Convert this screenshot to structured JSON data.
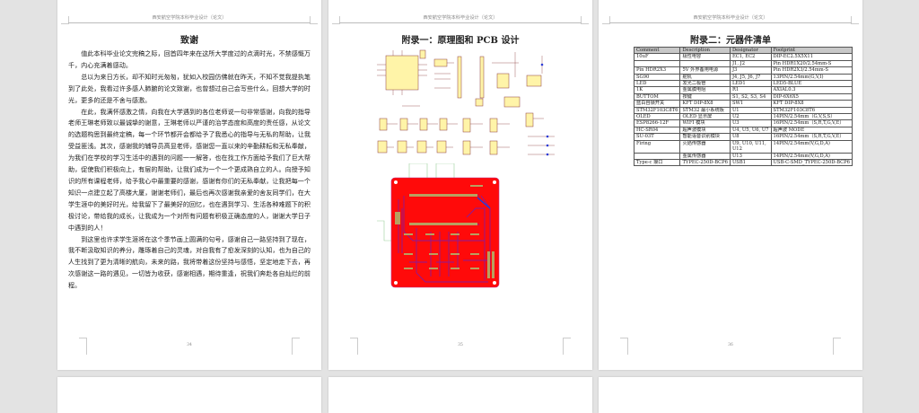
{
  "header_text": "西安航空学院本科毕业设计（论文）",
  "pages": [
    {
      "title": "致谢",
      "paragraphs": [
        "值此本科毕业论文完稿之际，回首四年来在这所大学度过的点滴时光，不禁感慨万千，内心充满着感动。",
        "总以为来日方长，却不知时光匆匆，犹如入校园仿佛就在昨天，不知不觉我提执笔到了此处，我看过许多感人肺腑的论文致谢，也曾想过自己会写些什么，回想大学的时光，更多的还是不舍与感激。",
        "在此，我满怀感激之情，向我在大学遇到的各位老师说一句非常感谢，向我的指导老师王琳老师致以最诚挚的谢意，王琳老师以严谨的治学态度和高度的责任感，从论文的选题构思到最终定稿，每一个环节都开会都给予了我悉心的指导与无私的帮助，让我受益匪浅。其次，感谢我的辅导员高显老师，感谢您一直以来的辛勤耕耘和无私奉献，为我们在学校的学习生活中的遇到的问题一一解答，也在找工作方面给予我们了巨大帮助，促使我们积极向上，有层的帮助，让我们成为一个一个更成熟自立的人。向授予知识的所有课程老师，给予我心中最重要的感谢，感谢有你们的无私奉献，让我把每一个知识一点建立起了高楼大厦，谢谢老师们，最后也再次感谢我亲爱的舍友同学们，在大学生涯中的美好时光，给我留下了最美好的回忆，也在遇到学习、生活各种难题下的积极讨论，带给我的成长，让我成为一个对所有问题有积极正确态度的人，谢谢大学日子中遇到的人！",
        "到这里也许求学生涯将在这个季节画上圆满的句号，感谢自己一路坚持到了现在，我不断汲取知识的养分，雕琢着自己的灵魂，对自我有了愈发深刻的认知，也为自己的人生找到了更为清晰的航向，未来的路，我将带着这份坚持与感悟，坚定地走下去，再次感谢这一路的遇见，一切皆为收获，感谢相遇，期待重逢，祝我们奔赴各自灿烂的前程。"
      ],
      "page_number": "34"
    },
    {
      "title": "附录一：原理图和 PCB 设计",
      "page_number": "35"
    },
    {
      "title": "附录二：元器件清单",
      "page_number": "36",
      "table": {
        "headers": [
          "Comment",
          "Description",
          "Designator",
          "Footprint"
        ],
        "rows": [
          [
            "10uF",
            "极性电容",
            "EC1, EC2",
            "DIP-EC2.5X5X11"
          ],
          [
            "",
            "",
            "J1, J2",
            "Pin HDR1X20/2.54mm-S"
          ],
          [
            "Pin HDR2X3",
            "5V 外界备用电源",
            "J3",
            "Pin HDR2X3/2.54mm-S"
          ],
          [
            "SG90",
            "舵机",
            "J4, J5, J6, J7",
            "13PIN/2.54mm(G,V,I)"
          ],
          [
            "LED",
            "发光二极管",
            "LED1",
            "LED5-BLUE"
          ],
          [
            "1K",
            "金属膜电阻",
            "R1",
            "AXIAL0.3"
          ],
          [
            "BUTTOM",
            "按键",
            "S1, S2, S3, S4",
            "DIP-6X6X5"
          ],
          [
            "蓝白自锁开关",
            "KFT DIP-8X8",
            "SW1",
            "KFT DIP-8X8"
          ],
          [
            "STM32F103C8T6",
            "STM32 最小系统板",
            "U1",
            "STM32F103C8T6"
          ],
          [
            "OLED",
            "OLED 显示屏",
            "U2",
            "14PIN/2.54mm（G,V,S,S）"
          ],
          [
            "ESP8266-12F",
            "WIFI 模块",
            "U3",
            "16PIN/2.54mm（S,R,T,G,V,E）"
          ],
          [
            "HC-SR04",
            "超声波模块",
            "U4, U5, U6, U7",
            "超声波 MODE"
          ],
          [
            "SU-03T",
            "智能语音识别模块",
            "U8",
            "16PIN/2.54mm（S,R,T,G,V,E）"
          ],
          [
            "Firing",
            "火焰传感器",
            "U9, U10, U11, U12",
            "14PIN/2.54mm(V,G,D,A)"
          ],
          [
            "",
            "金属传感器",
            "U13",
            "14PIN/2.54mm(V,G,D,A)"
          ],
          [
            "Type-c 接口",
            "TYPEC-250D-BCP6",
            "USB1",
            "USB-C-SMD_TYPEC-250D-BCP6"
          ]
        ]
      }
    }
  ],
  "colors": {
    "background": "#e3e3e3",
    "pcb_board": "#ff0a0a",
    "pcb_trace": "#8a1a9a",
    "schematic_part": "#fff4a8"
  }
}
